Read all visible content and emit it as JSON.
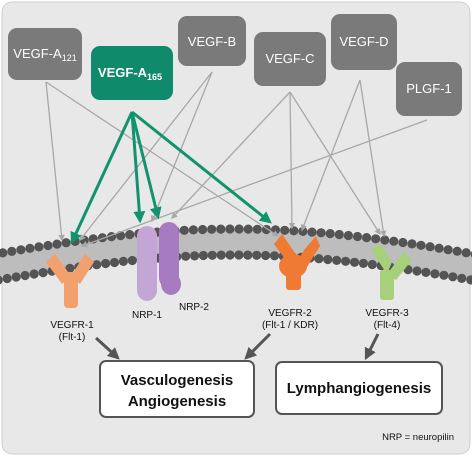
{
  "ligands": {
    "vegf_a121": {
      "main": "VEGF-A",
      "sub": "121"
    },
    "vegf_a165": {
      "main": "VEGF-A",
      "sub": "165"
    },
    "vegf_b": "VEGF-B",
    "vegf_c": "VEGF-C",
    "vegf_d": "VEGF-D",
    "plgf_1": "PLGF-1"
  },
  "receptors": {
    "vegfr1": {
      "line1": "VEGFR-1",
      "line2": "(Flt-1)"
    },
    "nrp1": "NRP-1",
    "nrp2": "NRP-2",
    "vegfr2": {
      "line1": "VEGFR-2",
      "line2": "(Flt-1 / KDR)"
    },
    "vegfr3": {
      "line1": "VEGFR-3",
      "line2": "(Flt-4)"
    }
  },
  "outcomes": {
    "vasc": {
      "line1": "Vasculogenesis",
      "line2": "Angiogenesis"
    },
    "lymph": "Lymphangiogenesis"
  },
  "footnote": "NRP = neuropilin",
  "colors": {
    "background": "#e8e8e8",
    "ligand_box": "#7a7a7a",
    "ligand_highlight": "#0f8a6a",
    "green_arrow": "#11946e",
    "gray_arrow": "#a8a8a8",
    "vegfr1": "#f2a06e",
    "nrp1": "#c4a6d6",
    "nrp2": "#a77bc0",
    "vegfr2": "#ef7a34",
    "vegfr3": "#a6d07a",
    "membrane_dark": "#545454",
    "membrane_light": "#bdbdbd"
  }
}
